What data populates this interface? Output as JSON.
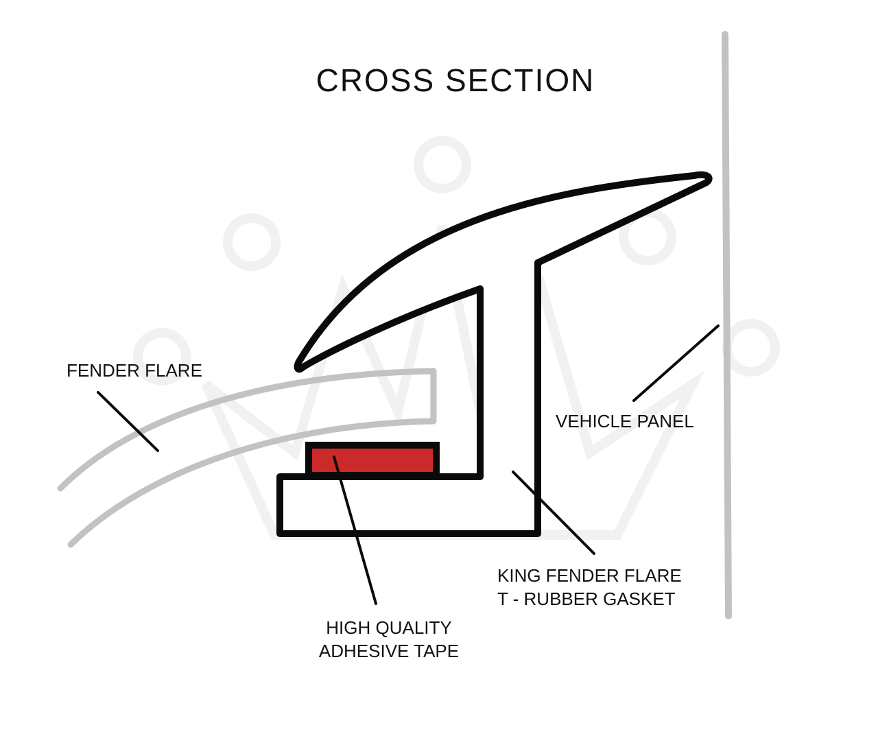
{
  "diagram": {
    "title": "CROSS SECTION",
    "labels": {
      "fender_flare": "FENDER FLARE",
      "vehicle_panel": "VEHICLE PANEL",
      "gasket_line1": "KING FENDER FLARE",
      "gasket_line2": "T - RUBBER GASKET",
      "tape_line1": "HIGH QUALITY",
      "tape_line2": "ADHESIVE TAPE"
    },
    "colors": {
      "adhesive_tape": "#cc2a2a",
      "outline": "#0a0a0a",
      "fender_flare": "#c2c2c2",
      "vehicle_panel": "#c2c2c2"
    }
  }
}
